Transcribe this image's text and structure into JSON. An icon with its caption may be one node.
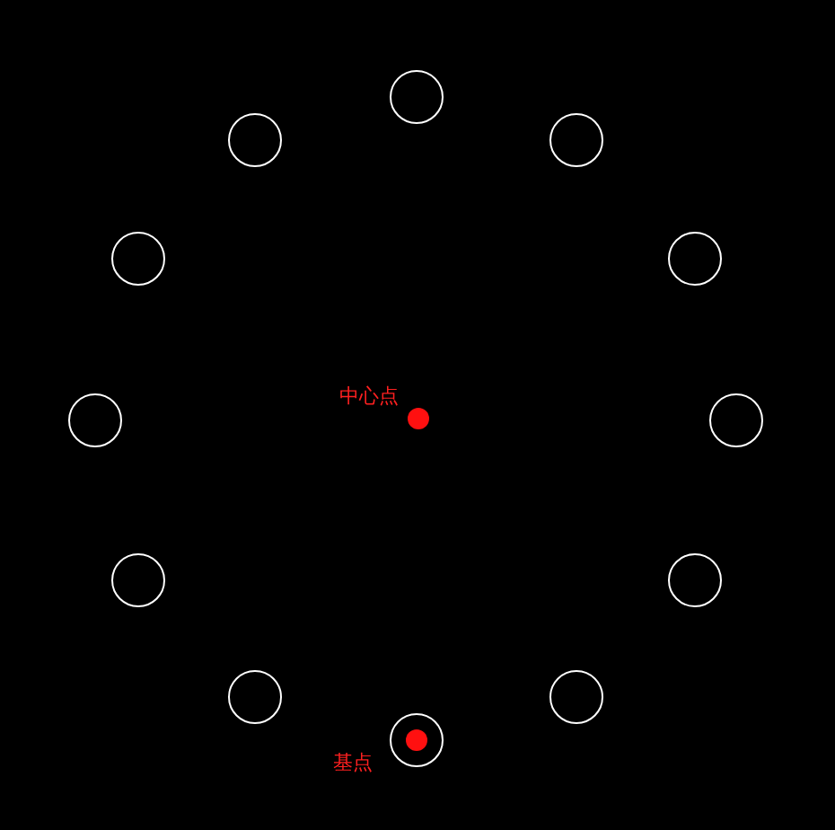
{
  "diagram": {
    "nodes": [
      {
        "text": [],
        "shape": "circle"
      },
      {
        "text": [],
        "shape": "circle"
      },
      {
        "text": [],
        "shape": "circle"
      },
      {
        "text": [],
        "shape": "circle"
      },
      {
        "text": [],
        "shape": "circle"
      },
      {
        "text": [],
        "shape": "circle"
      },
      {
        "text": [],
        "shape": "circle"
      },
      {
        "text": [],
        "shape": "circle"
      },
      {
        "text": [],
        "shape": "circle"
      },
      {
        "text": [],
        "shape": "circle"
      },
      {
        "text": [],
        "shape": "circle"
      },
      {
        "text": [],
        "shape": "circle"
      },
      {
        "text": [],
        "shape": "circle",
        "beside": [
          "中心点"
        ]
      },
      {
        "text": [],
        "shape": "circle",
        "beside": [
          "基点"
        ],
        "in": 11
      }
    ],
    "edges": []
  }
}
